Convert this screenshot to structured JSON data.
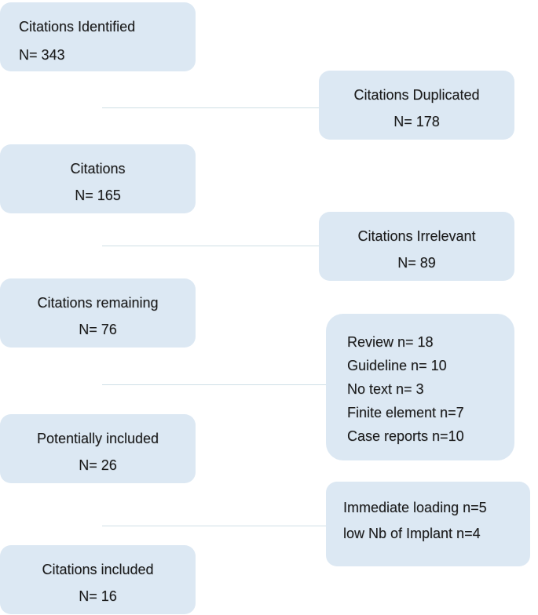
{
  "boxes": {
    "identified": {
      "label": "Citations Identified",
      "count": "N= 343"
    },
    "duplicated": {
      "label": "Citations Duplicated",
      "count": "N= 178"
    },
    "citations": {
      "label": "Citations",
      "count": "N= 165"
    },
    "irrelevant": {
      "label": "Citations Irrelevant",
      "count": "N= 89"
    },
    "remaining": {
      "label": "Citations remaining",
      "count": "N= 76"
    },
    "exclusions1": {
      "items": [
        "Review n= 18",
        "Guideline n= 10",
        "No text n= 3",
        "Finite element n=7",
        "Case reports n=10"
      ]
    },
    "potentially": {
      "label": "Potentially included",
      "count": "N= 26"
    },
    "exclusions2": {
      "items": [
        "Immediate loading n=5",
        "low Nb of Implant n=4"
      ]
    },
    "included": {
      "label": "Citations included",
      "count": "N= 16"
    }
  },
  "colors": {
    "box_fill": "#dce8f3",
    "connector": "#cfdfe6"
  }
}
